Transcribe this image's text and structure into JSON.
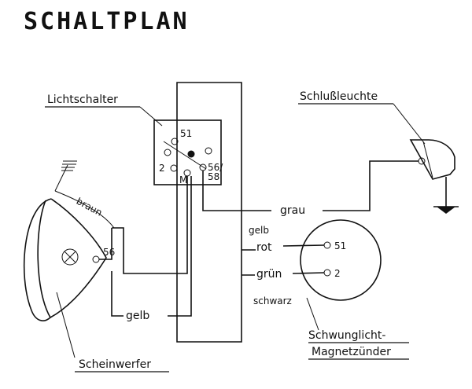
{
  "title": "SCHALTPLAN",
  "components": {
    "lichtschalter": "Lichtschalter",
    "schlussleuchte": "Schlußleuchte",
    "scheinwerfer": "Scheinwerfer",
    "magnetzuender_line1": "Schwunglicht-",
    "magnetzuender_line2": "Magnetzünder"
  },
  "terminals": {
    "sw_51": "51",
    "sw_2": "2",
    "sw_m": "M",
    "sw_56": "56/",
    "sw_58": "58",
    "head_56": "56",
    "mag_51": "51",
    "mag_2": "2"
  },
  "wires": {
    "braun": "braun",
    "grau": "grau",
    "gelb_top": "gelb",
    "rot": "rot",
    "gruen": "grün",
    "schwarz": "schwarz",
    "gelb_bottom": "gelb"
  },
  "colors": {
    "ink": "#111111",
    "paper": "#ffffff"
  }
}
